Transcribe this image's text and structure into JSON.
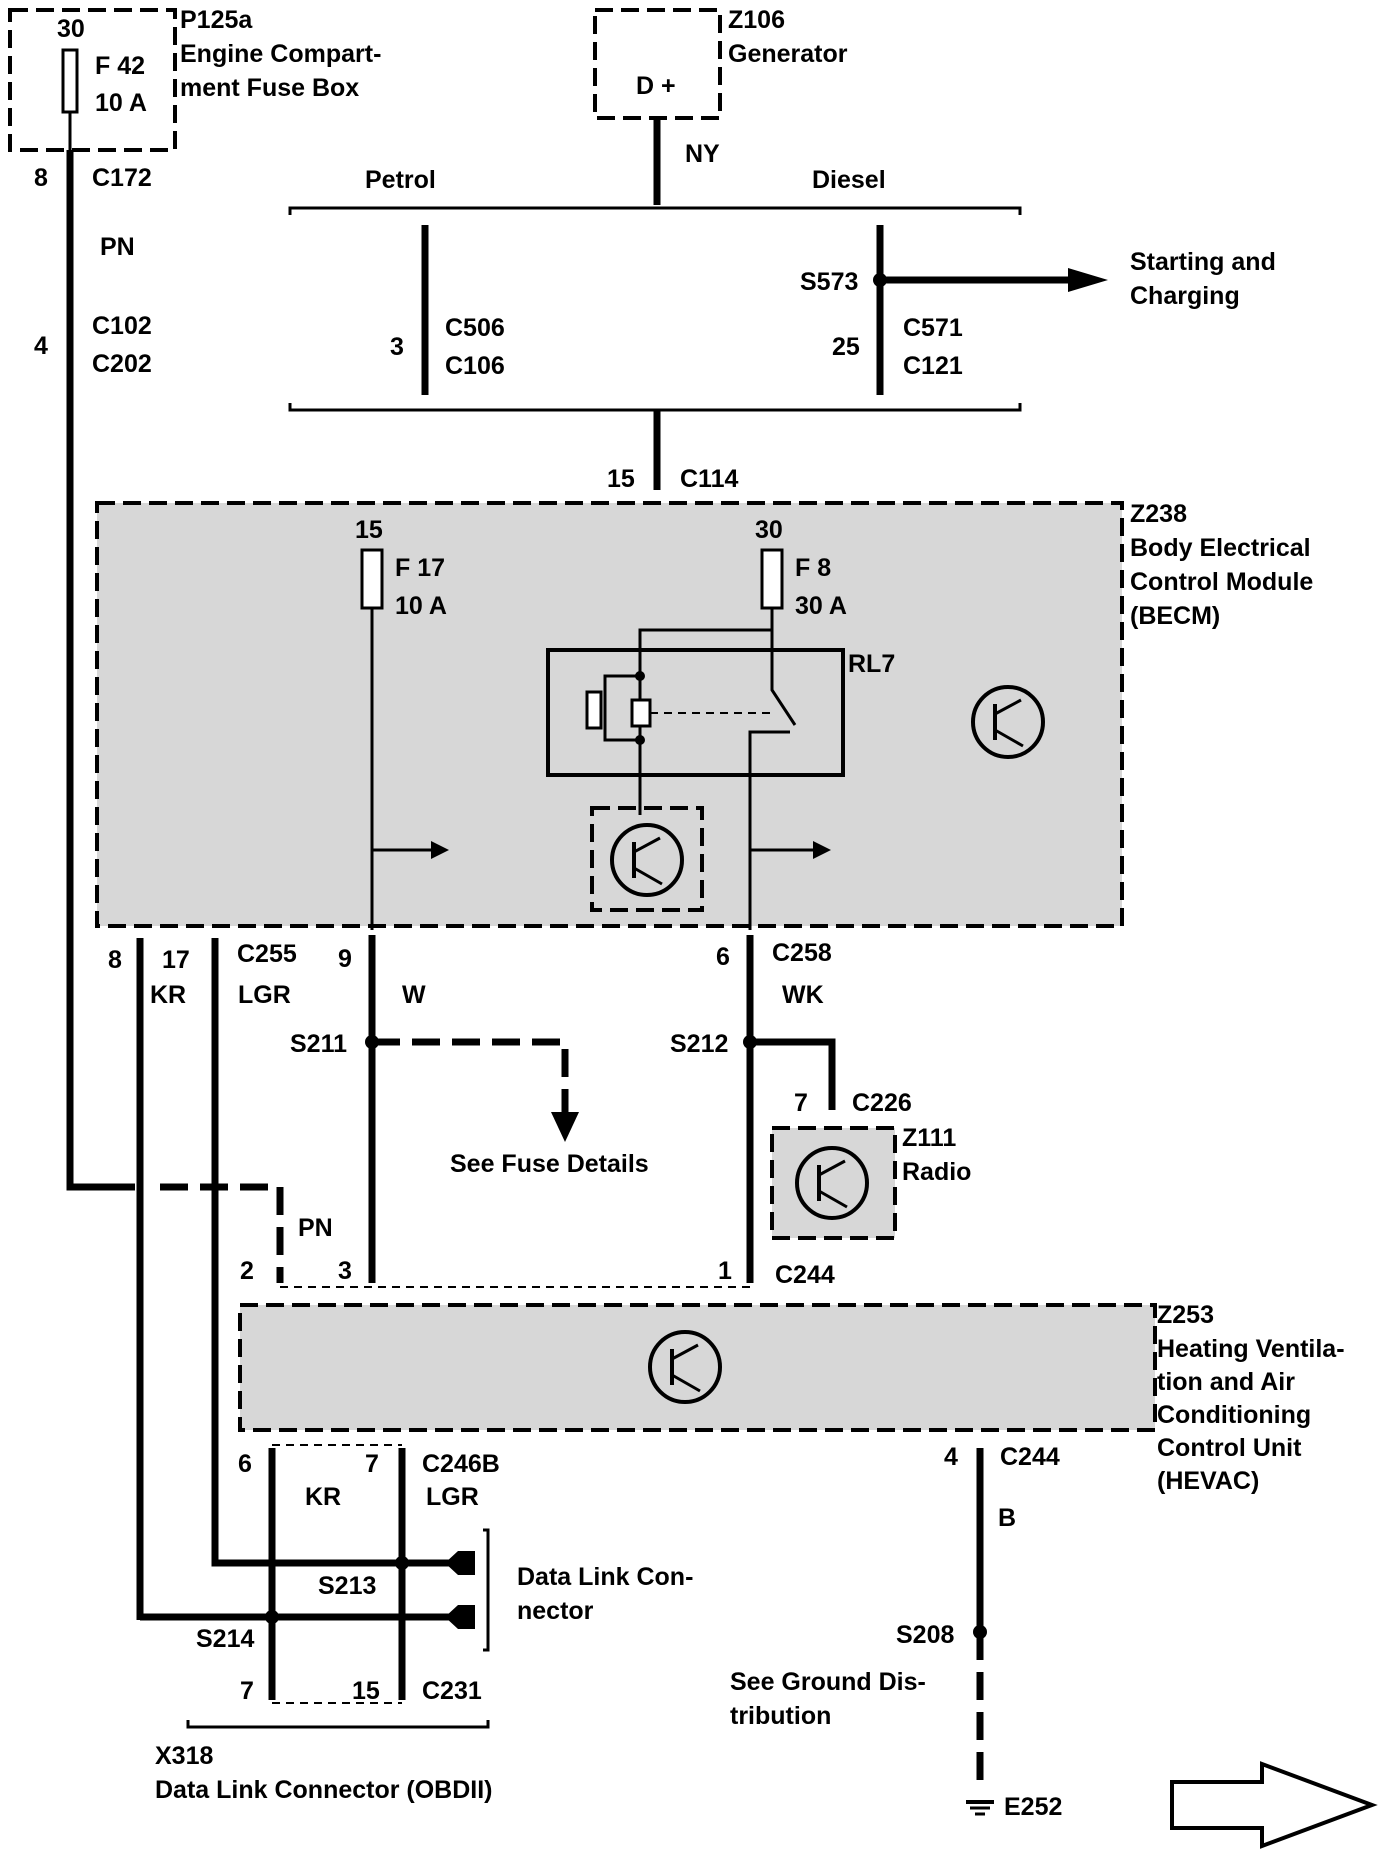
{
  "fuse_box": {
    "id": "P125a",
    "name_line1": "Engine Compart-",
    "name_line2": "ment Fuse Box",
    "pin": "30",
    "fuse": "F 42",
    "rating": "10 A"
  },
  "generator": {
    "id": "Z106",
    "name": "Generator",
    "terminal": "D +",
    "wire": "NY"
  },
  "left_feed": {
    "pin1": "8",
    "conn1": "C172",
    "wire": "PN",
    "pin2": "4",
    "conn2a": "C102",
    "conn2b": "C202"
  },
  "variants": {
    "petrol": "Petrol",
    "diesel": "Diesel"
  },
  "petrol_conn": {
    "pin": "3",
    "conn_a": "C506",
    "conn_b": "C106"
  },
  "diesel_conn": {
    "splice": "S573",
    "pin": "25",
    "conn_a": "C571",
    "conn_b": "C121"
  },
  "starting_charging": {
    "line1": "Starting and",
    "line2": "Charging"
  },
  "c114": {
    "pin": "15",
    "conn": "C114"
  },
  "becm": {
    "id": "Z238",
    "line1": "Body Electrical",
    "line2": "Control Module",
    "line3": "(BECM)",
    "relay": "RL7",
    "fuse_a": {
      "pin": "15",
      "fuse": "F 17",
      "rating": "10 A"
    },
    "fuse_b": {
      "pin": "30",
      "fuse": "F 8",
      "rating": "30 A"
    }
  },
  "c255": {
    "pin_kr": "8",
    "pin_lgr": "17",
    "conn": "C255",
    "wire_kr": "KR",
    "wire_lgr": "LGR"
  },
  "w_wire": {
    "pin": "9",
    "wire": "W",
    "splice": "S211"
  },
  "wk_wire": {
    "pin": "6",
    "conn": "C258",
    "wire": "WK",
    "splice": "S212"
  },
  "fuse_details": "See Fuse Details",
  "radio": {
    "pin": "7",
    "conn": "C226",
    "id": "Z111",
    "name": "Radio"
  },
  "pn_wire": "PN",
  "c244_top": {
    "pin_pn": "2",
    "pin_w": "3",
    "pin_wk": "1",
    "conn": "C244"
  },
  "hevac": {
    "id": "Z253",
    "line1": "Heating Ventila-",
    "line2": "tion and Air",
    "line3": "Conditioning",
    "line4": "Control Unit",
    "line5": "(HEVAC)"
  },
  "c246b": {
    "pin_kr": "6",
    "pin_lgr": "7",
    "conn": "C246B",
    "wire_kr": "KR",
    "wire_lgr": "LGR"
  },
  "splices": {
    "s213": "S213",
    "s214": "S214"
  },
  "dlc_label": {
    "line1": "Data Link Con-",
    "line2": "nector"
  },
  "c231": {
    "pin_a": "7",
    "pin_b": "15",
    "conn": "C231"
  },
  "x318": {
    "id": "X318",
    "name": "Data Link Connector (OBDII)"
  },
  "ground": {
    "pin": "4",
    "conn": "C244",
    "wire": "B",
    "splice": "S208",
    "note1": "See Ground Dis-",
    "note2": "tribution",
    "point": "E252"
  }
}
